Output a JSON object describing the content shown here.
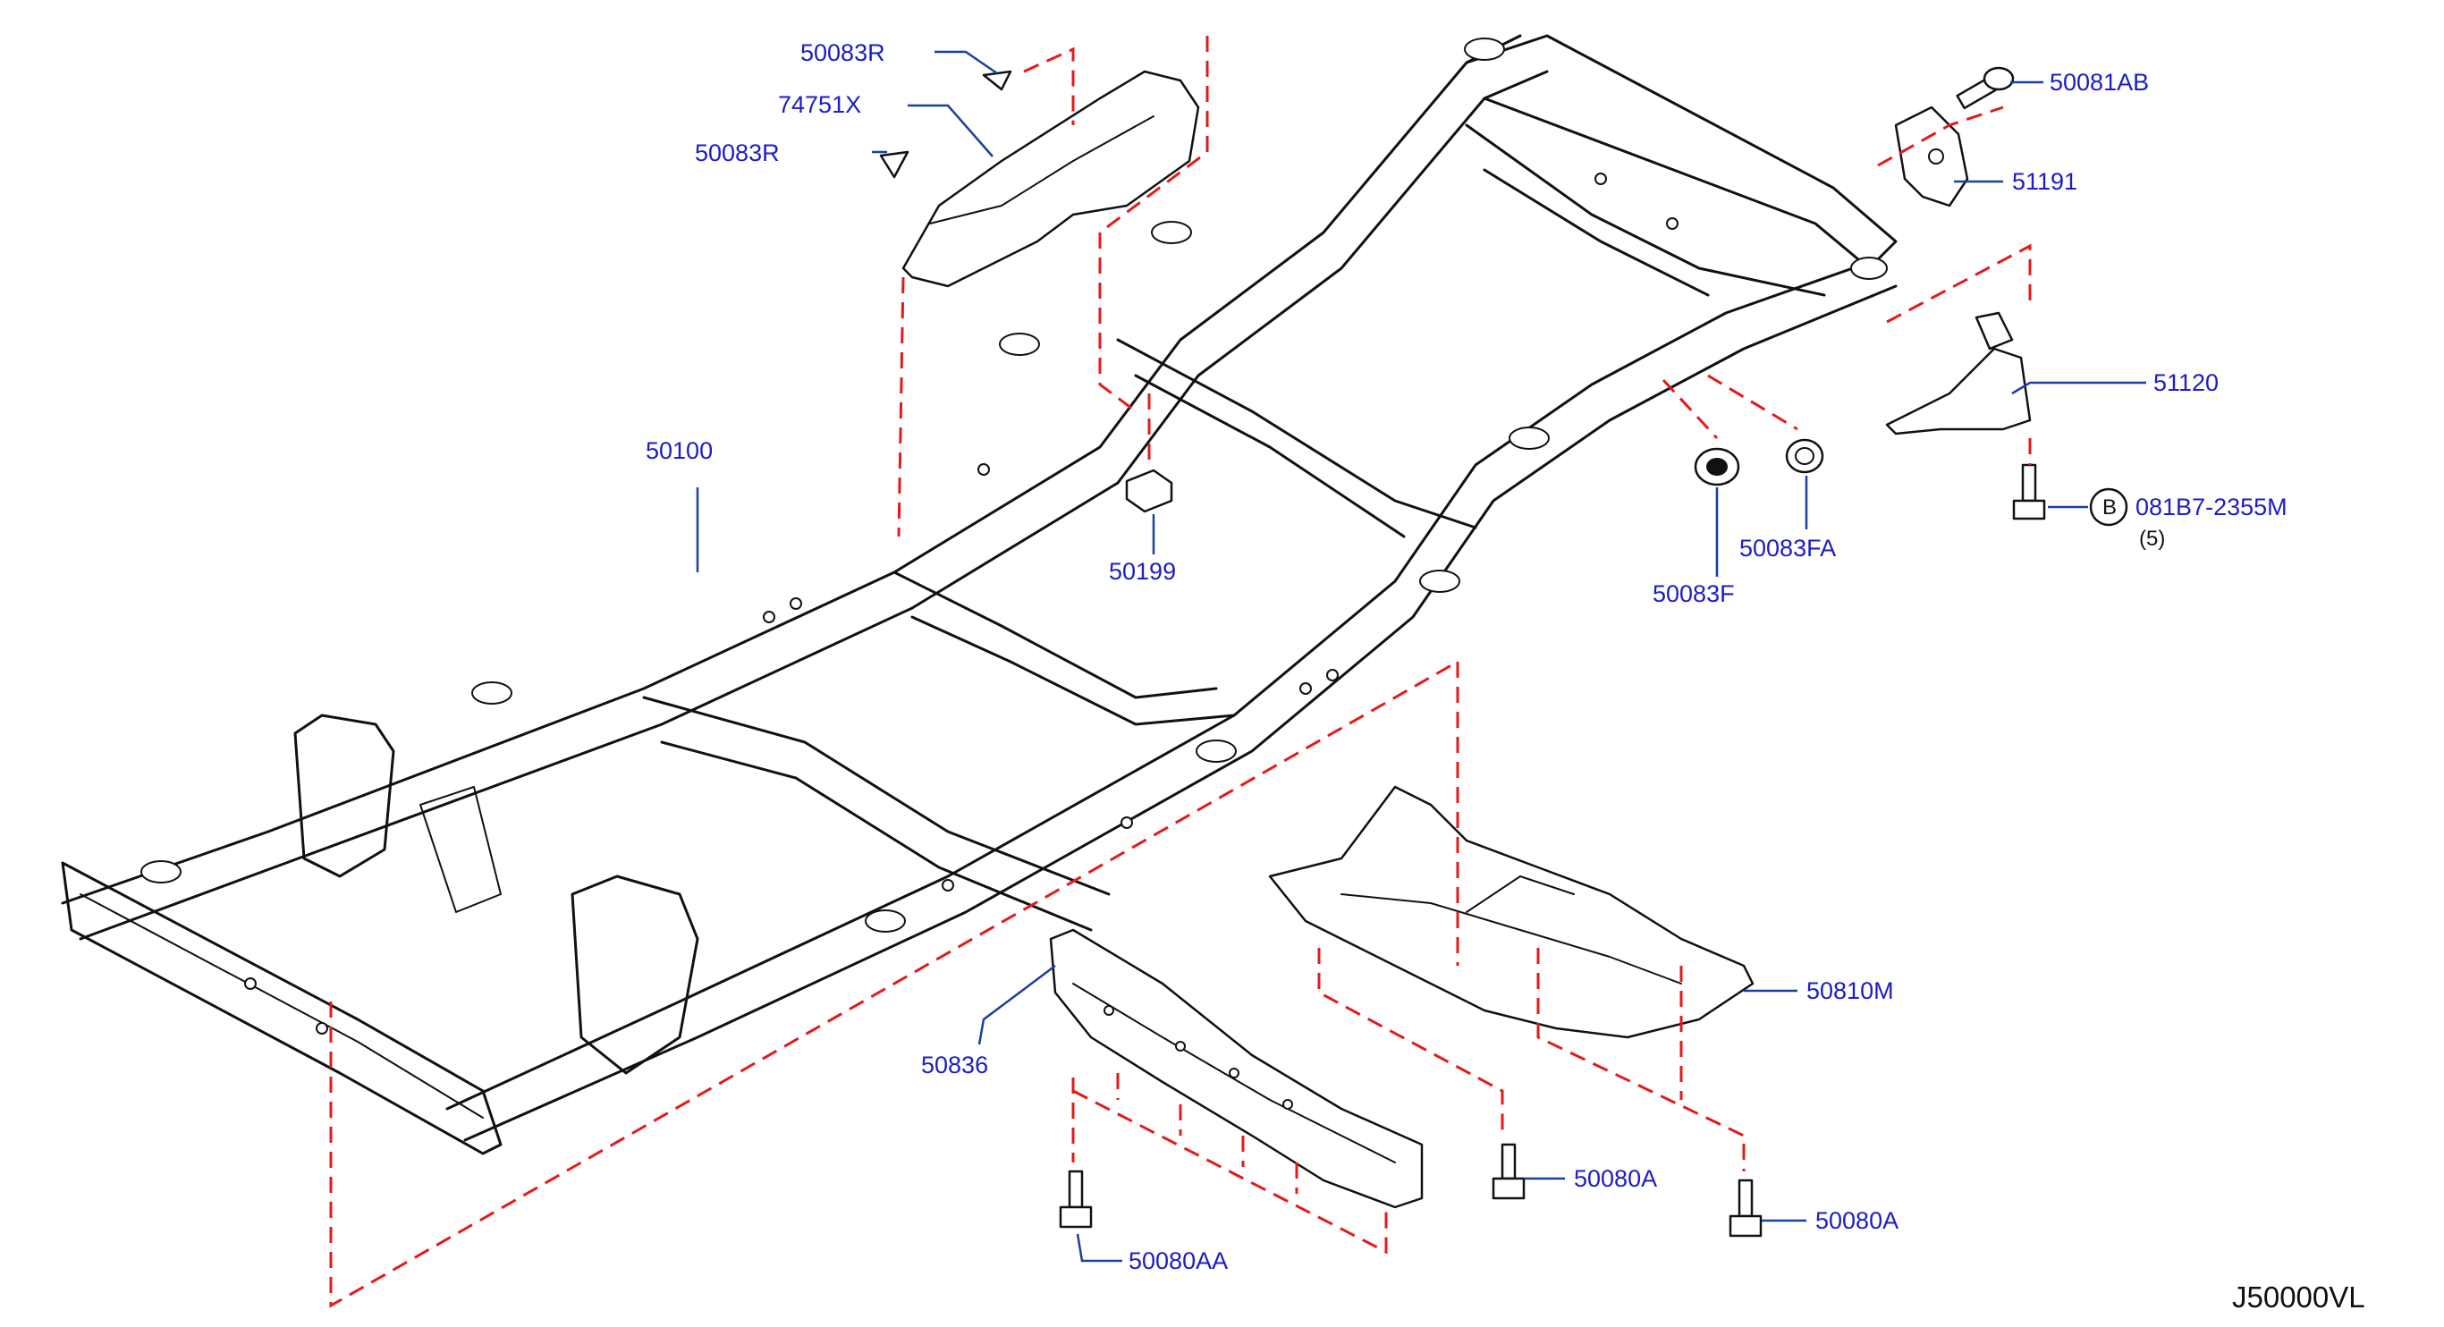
{
  "diagram": {
    "labels": {
      "frame": "50100",
      "clip_top": "50083R",
      "heat_insulator": "74751X",
      "clip_mid": "50083R",
      "bracket_bolt_top": "50081AB",
      "bracket_top": "51191",
      "bracket_rear": "51120",
      "bolt_rear_circle": "B",
      "bolt_rear": "081B7-2355M",
      "bolt_rear_qty": "(5)",
      "plug": "50199",
      "grommet_f": "50083F",
      "grommet_fa": "50083FA",
      "under_cover": "50810M",
      "cross_member_cover": "50836",
      "bolt_a1": "50080A",
      "bolt_a2": "50080A",
      "bolt_aa": "50080AA"
    },
    "diagram_code": "J50000VL"
  },
  "colors": {
    "label_text": "#1c1cc8",
    "leader_line": "#1c3fa0",
    "dashed_line": "#e41a1a",
    "outline": "#111111"
  }
}
